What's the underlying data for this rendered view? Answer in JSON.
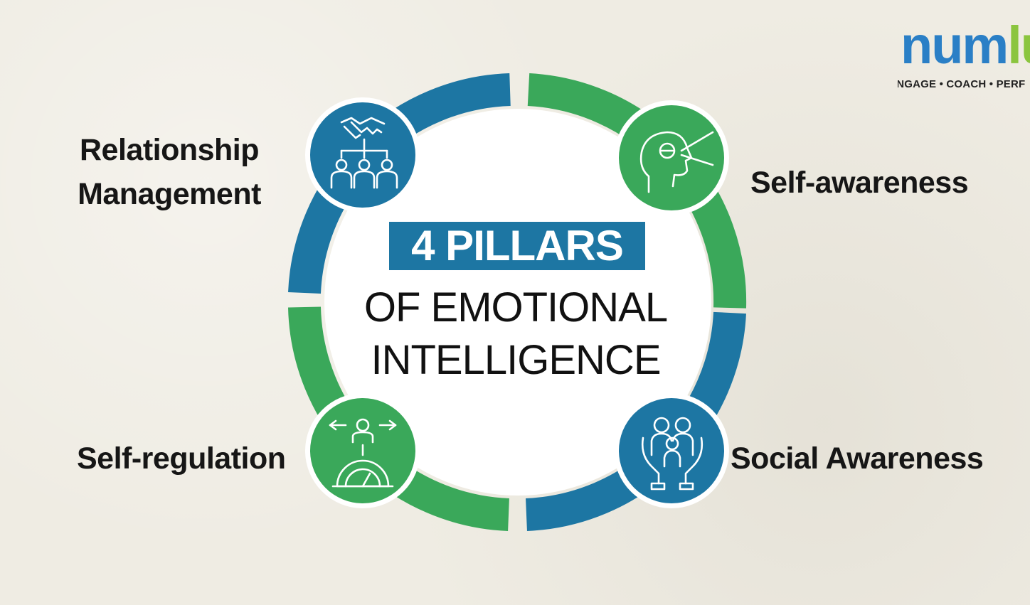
{
  "logo": {
    "word_main": "num",
    "word_accent": "lu",
    "tagline": "ENGAGE • COACH • PERF"
  },
  "center": {
    "highlight": "4 PILLARS",
    "line1": "OF EMOTIONAL",
    "line2": "INTELLIGENCE"
  },
  "pillars": {
    "relationship_line1": "Relationship",
    "relationship_line2": "Management",
    "self_awareness": "Self-awareness",
    "self_regulation": "Self-regulation",
    "social_awareness": "Social Awareness"
  },
  "colors": {
    "blue": "#1d76a3",
    "green": "#3aa85a",
    "background": "#efece3",
    "logo_blue": "#2a7fc6",
    "logo_green": "#8bc53f"
  },
  "icons": {
    "relationship": "handshake-team-icon",
    "self_awareness": "head-mind-icon",
    "self_regulation": "person-gear-icon",
    "social_awareness": "family-hands-icon"
  }
}
